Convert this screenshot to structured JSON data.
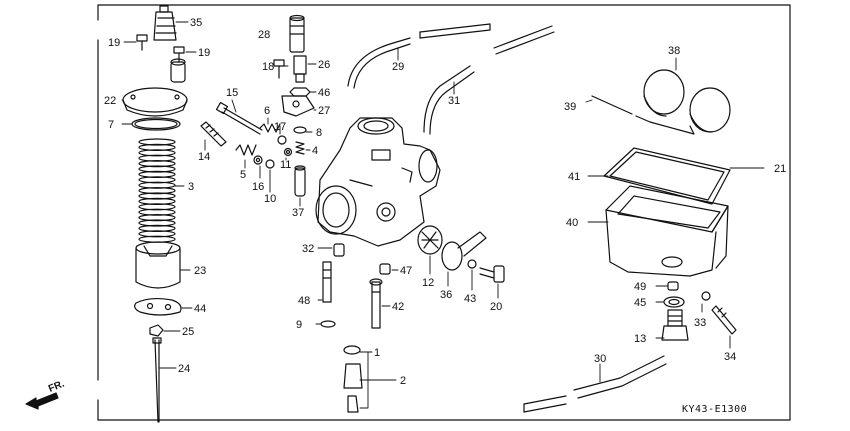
{
  "diagram": {
    "code": "KY43-E1300",
    "direction_label": "FR.",
    "colors": {
      "ink": "#111111",
      "paper": "#ffffff"
    },
    "parts": {
      "p1": "1",
      "p2": "2",
      "p3": "3",
      "p4": "4",
      "p5": "5",
      "p6": "6",
      "p7": "7",
      "p8": "8",
      "p9": "9",
      "p10": "10",
      "p11": "11",
      "p12": "12",
      "p13": "13",
      "p14": "14",
      "p15": "15",
      "p16": "16",
      "p17": "17",
      "p18": "18",
      "p19a": "19",
      "p19b": "19",
      "p20": "20",
      "p21": "21",
      "p22": "22",
      "p23": "23",
      "p24": "24",
      "p25": "25",
      "p26": "26",
      "p27": "27",
      "p28": "28",
      "p29": "29",
      "p30": "30",
      "p31": "31",
      "p32": "32",
      "p33": "33",
      "p34": "34",
      "p35": "35",
      "p36": "36",
      "p37": "37",
      "p38": "38",
      "p39": "39",
      "p40": "40",
      "p41": "41",
      "p42": "42",
      "p43": "43",
      "p44": "44",
      "p45": "45",
      "p46": "46",
      "p47": "47",
      "p48": "48",
      "p49": "49"
    }
  }
}
